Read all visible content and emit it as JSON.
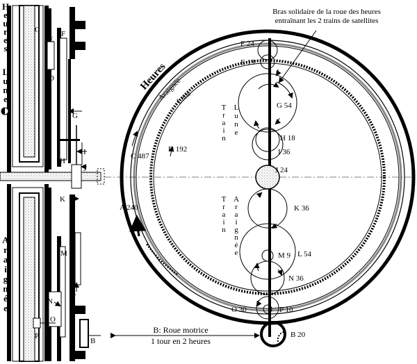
{
  "callout": {
    "line1": "Bras solidaire de la roue des heures",
    "line2": "entraînant les 2 trains de satellites"
  },
  "ring_labels": {
    "heures": "Heures",
    "araignee": "Araignée",
    "lune": "Lune"
  },
  "side_labels": {
    "heures": [
      "H",
      "e",
      "u",
      "r",
      "e",
      "s"
    ],
    "lune": [
      "L",
      "u",
      "n",
      "e"
    ],
    "araignee": [
      "A",
      "r",
      "a",
      "i",
      "g",
      "n",
      "é",
      "e"
    ]
  },
  "train_labels": {
    "lune": {
      "train": [
        "T",
        "r",
        "a",
        "i",
        "n"
      ],
      "name": [
        "L",
        "u",
        "n",
        "e"
      ]
    },
    "araignee": {
      "train": [
        "T",
        "r",
        "a",
        "i",
        "n"
      ],
      "name": [
        "A",
        "r",
        "a",
        "i",
        "g",
        "n",
        "é",
        "e"
      ]
    }
  },
  "gears": {
    "F": "F 24",
    "E": "E 13",
    "G": "G 54",
    "H": "H 18",
    "I": "I 36",
    "J": "J 24",
    "K": "K 36",
    "L": "L 54",
    "M": "M 9",
    "N": "N 36",
    "O": "O 30",
    "P": "P 10",
    "B": "B 20",
    "A": "A 240",
    "C": "C 487",
    "D": "D 192"
  },
  "section_letters": {
    "C": "C",
    "F": "F",
    "E": "E",
    "D": "D",
    "G": "G",
    "I": "I",
    "H": "H",
    "J": "J",
    "K": "K",
    "M": "M",
    "N": "N",
    "O": "O",
    "L": "L",
    "P": "P",
    "B": "B"
  },
  "bottom_caption": {
    "line1": "B: Roue motrice",
    "line2": "1 tour en 2 heures"
  }
}
